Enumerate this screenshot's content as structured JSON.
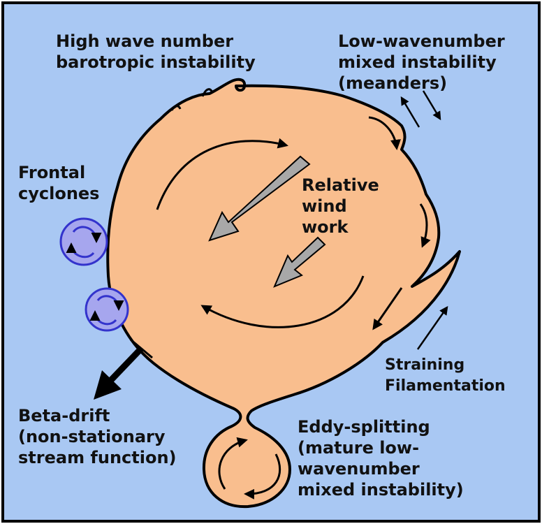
{
  "colors": {
    "background": "#a9c8f3",
    "eddy": "#f9be8e",
    "outline": "#000000",
    "wind_arrow": "#a8a8a8",
    "frontal_cyclone": "#a6a6ee",
    "frontal_cyclone_edge": "#3333cc",
    "beta_arrow": "#000000"
  },
  "labels": {
    "high_wave": [
      "High wave number",
      "barotropic instability"
    ],
    "low_wave": [
      "Low-wavenumber",
      "mixed instability",
      "(meanders)"
    ],
    "frontal": [
      "Frontal",
      "cyclones"
    ],
    "relative_wind": [
      "Relative",
      "wind",
      "work"
    ],
    "straining": [
      "Straining",
      "Filamentation"
    ],
    "beta": [
      "Beta-drift",
      "(non-stationary",
      "stream function)"
    ],
    "splitting": [
      "Eddy-splitting",
      "(mature low-",
      "wavenumber",
      "mixed instability)"
    ]
  }
}
